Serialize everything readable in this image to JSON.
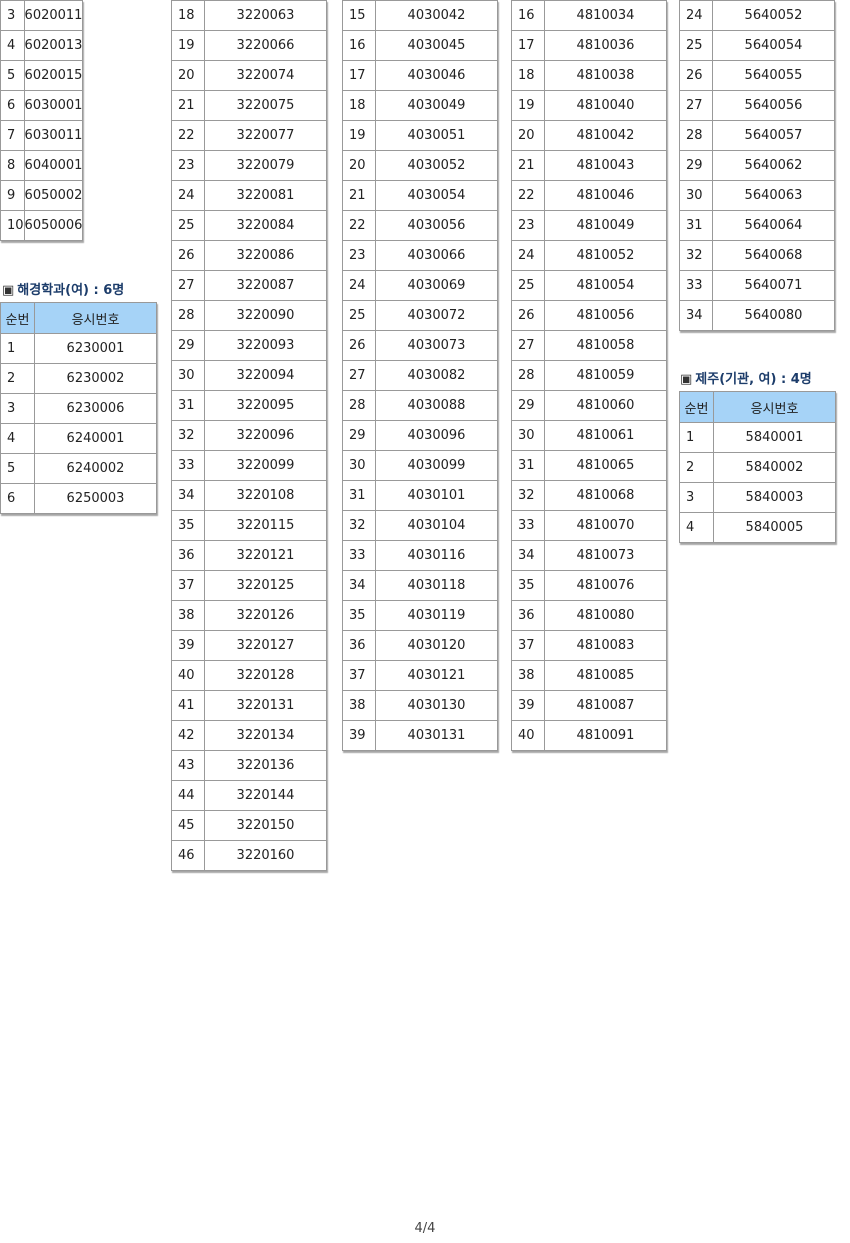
{
  "columns": [
    {
      "id": "c1",
      "tables": [
        {
          "rows": [
            [
              "3",
              "6020011"
            ],
            [
              "4",
              "6020013"
            ],
            [
              "5",
              "6020015"
            ],
            [
              "6",
              "6030001"
            ],
            [
              "7",
              "6030011"
            ],
            [
              "8",
              "6040001"
            ],
            [
              "9",
              "6050002"
            ],
            [
              "10",
              "6050006"
            ]
          ]
        },
        {
          "title": "해경학과(여) : 6명",
          "headers": [
            "순번",
            "응시번호"
          ],
          "rows": [
            [
              "1",
              "6230001"
            ],
            [
              "2",
              "6230002"
            ],
            [
              "3",
              "6230006"
            ],
            [
              "4",
              "6240001"
            ],
            [
              "5",
              "6240002"
            ],
            [
              "6",
              "6250003"
            ]
          ]
        }
      ]
    },
    {
      "id": "c2",
      "tables": [
        {
          "rows": [
            [
              "18",
              "3220063"
            ],
            [
              "19",
              "3220066"
            ],
            [
              "20",
              "3220074"
            ],
            [
              "21",
              "3220075"
            ],
            [
              "22",
              "3220077"
            ],
            [
              "23",
              "3220079"
            ],
            [
              "24",
              "3220081"
            ],
            [
              "25",
              "3220084"
            ],
            [
              "26",
              "3220086"
            ],
            [
              "27",
              "3220087"
            ],
            [
              "28",
              "3220090"
            ],
            [
              "29",
              "3220093"
            ],
            [
              "30",
              "3220094"
            ],
            [
              "31",
              "3220095"
            ],
            [
              "32",
              "3220096"
            ],
            [
              "33",
              "3220099"
            ],
            [
              "34",
              "3220108"
            ],
            [
              "35",
              "3220115"
            ],
            [
              "36",
              "3220121"
            ],
            [
              "37",
              "3220125"
            ],
            [
              "38",
              "3220126"
            ],
            [
              "39",
              "3220127"
            ],
            [
              "40",
              "3220128"
            ],
            [
              "41",
              "3220131"
            ],
            [
              "42",
              "3220134"
            ],
            [
              "43",
              "3220136"
            ],
            [
              "44",
              "3220144"
            ],
            [
              "45",
              "3220150"
            ],
            [
              "46",
              "3220160"
            ]
          ]
        }
      ]
    },
    {
      "id": "c3",
      "tables": [
        {
          "rows": [
            [
              "15",
              "4030042"
            ],
            [
              "16",
              "4030045"
            ],
            [
              "17",
              "4030046"
            ],
            [
              "18",
              "4030049"
            ],
            [
              "19",
              "4030051"
            ],
            [
              "20",
              "4030052"
            ],
            [
              "21",
              "4030054"
            ],
            [
              "22",
              "4030056"
            ],
            [
              "23",
              "4030066"
            ],
            [
              "24",
              "4030069"
            ],
            [
              "25",
              "4030072"
            ],
            [
              "26",
              "4030073"
            ],
            [
              "27",
              "4030082"
            ],
            [
              "28",
              "4030088"
            ],
            [
              "29",
              "4030096"
            ],
            [
              "30",
              "4030099"
            ],
            [
              "31",
              "4030101"
            ],
            [
              "32",
              "4030104"
            ],
            [
              "33",
              "4030116"
            ],
            [
              "34",
              "4030118"
            ],
            [
              "35",
              "4030119"
            ],
            [
              "36",
              "4030120"
            ],
            [
              "37",
              "4030121"
            ],
            [
              "38",
              "4030130"
            ],
            [
              "39",
              "4030131"
            ]
          ]
        }
      ]
    },
    {
      "id": "c4",
      "tables": [
        {
          "rows": [
            [
              "16",
              "4810034"
            ],
            [
              "17",
              "4810036"
            ],
            [
              "18",
              "4810038"
            ],
            [
              "19",
              "4810040"
            ],
            [
              "20",
              "4810042"
            ],
            [
              "21",
              "4810043"
            ],
            [
              "22",
              "4810046"
            ],
            [
              "23",
              "4810049"
            ],
            [
              "24",
              "4810052"
            ],
            [
              "25",
              "4810054"
            ],
            [
              "26",
              "4810056"
            ],
            [
              "27",
              "4810058"
            ],
            [
              "28",
              "4810059"
            ],
            [
              "29",
              "4810060"
            ],
            [
              "30",
              "4810061"
            ],
            [
              "31",
              "4810065"
            ],
            [
              "32",
              "4810068"
            ],
            [
              "33",
              "4810070"
            ],
            [
              "34",
              "4810073"
            ],
            [
              "35",
              "4810076"
            ],
            [
              "36",
              "4810080"
            ],
            [
              "37",
              "4810083"
            ],
            [
              "38",
              "4810085"
            ],
            [
              "39",
              "4810087"
            ],
            [
              "40",
              "4810091"
            ]
          ]
        }
      ]
    },
    {
      "id": "c5",
      "tables": [
        {
          "rows": [
            [
              "24",
              "5640052"
            ],
            [
              "25",
              "5640054"
            ],
            [
              "26",
              "5640055"
            ],
            [
              "27",
              "5640056"
            ],
            [
              "28",
              "5640057"
            ],
            [
              "29",
              "5640062"
            ],
            [
              "30",
              "5640063"
            ],
            [
              "31",
              "5640064"
            ],
            [
              "32",
              "5640068"
            ],
            [
              "33",
              "5640071"
            ],
            [
              "34",
              "5640080"
            ]
          ]
        },
        {
          "title": "제주(기관, 여) : 4명",
          "headers": [
            "순번",
            "응시번호"
          ],
          "rows": [
            [
              "1",
              "5840001"
            ],
            [
              "2",
              "5840002"
            ],
            [
              "3",
              "5840003"
            ],
            [
              "4",
              "5840005"
            ]
          ]
        }
      ]
    }
  ],
  "footer": {
    "page": "4/4"
  }
}
